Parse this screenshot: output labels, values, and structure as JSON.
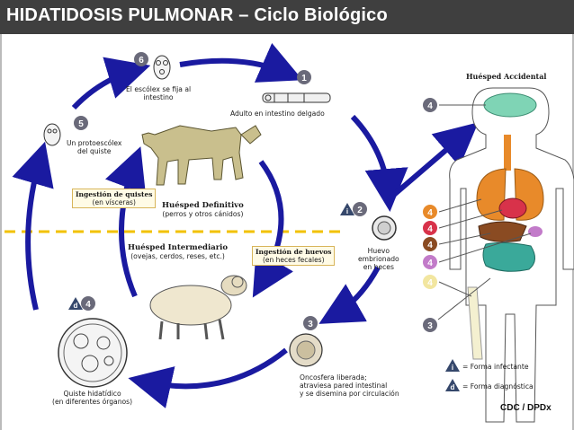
{
  "title": "HIDATIDOSIS PULMONAR – Ciclo Biológico",
  "host_accidental": "Huésped Accidental",
  "stages": {
    "s1": "Adulto en intestino delgado",
    "s2": "Huevo embrionado en heces",
    "s3": "Oncosfera liberada; atraviesa pared intestinal y se disemina por circulación",
    "s4": "Quiste hidatídico (en diferentes órganos)",
    "s5": "Un protoescólex del quiste",
    "s6": "El escólex se fija al intestino"
  },
  "labels": {
    "s1_text": "Adulto en intestino delgado",
    "s2_l1": "Huevo",
    "s2_l2": "embrionado",
    "s2_l3": "en heces",
    "s3_l1": "Oncosfera liberada;",
    "s3_l2": "atraviesa pared intestinal",
    "s3_l3": "y se disemina por circulación",
    "s4_l1": "Quiste hidatídico",
    "s4_l2": "(en diferentes órganos)",
    "s5_l1": "Un protoescólex",
    "s5_l2": "del quiste",
    "s6_l1": "El escólex se fija al",
    "s6_l2": "intestino",
    "def_host_l1": "Huésped Definitivo",
    "def_host_l2": "(perros y otros cánidos)",
    "int_host_l1": "Huésped Intermediario",
    "int_host_l2": "(ovejas, cerdos, reses, etc.)",
    "box1_l1": "Ingestión de quistes",
    "box1_l2": "(en vísceras)",
    "box2_l1": "Ingestión de huevos",
    "box2_l2": "(en heces fecales)",
    "legend_infective": "= Forma infectante",
    "legend_diagnostic": "= Forma diagnóstica",
    "credit": "CDC / DPDx"
  },
  "numbers": {
    "n1": "1",
    "n2": "2",
    "n3": "3",
    "n4": "4",
    "n5": "5",
    "n6": "6",
    "badge_i": "i",
    "badge_d": "d"
  },
  "colors": {
    "title_bg": "#3f3f3f",
    "arrow": "#1a1aa0",
    "badge": "#35476b",
    "lung": "#e88a2a",
    "heart": "#d8324a",
    "liver": "#8a4b22",
    "spleen": "#c27bc9",
    "intestine": "#3aa99a",
    "brain": "#7fd4b5",
    "dash": "#f2c200"
  }
}
